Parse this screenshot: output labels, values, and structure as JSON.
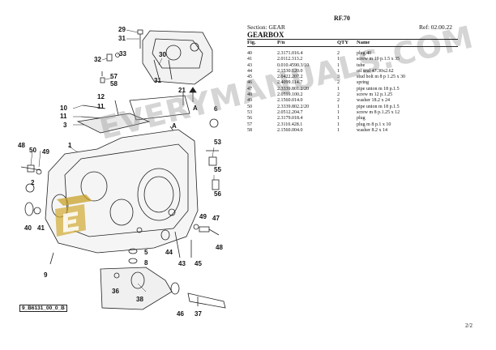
{
  "header": {
    "ref": "RF.70",
    "section": "Section: GEAR",
    "ref_date": "Ref: 02.00.22",
    "group": "GEARBOX"
  },
  "table": {
    "columns": [
      "Fig.",
      "P/n",
      "QTY",
      "Name"
    ],
    "rows": [
      {
        "fig": "40",
        "pn": "2.3171.016.4",
        "qty": "2",
        "name": "plug 40"
      },
      {
        "fig": "41",
        "pn": "2.0112.313.2",
        "qty": "1",
        "name": "screw m 10 p.1.5 x 35"
      },
      {
        "fig": "43",
        "pn": "0.010.4590.3/10",
        "qty": "1",
        "name": "tube"
      },
      {
        "fig": "44",
        "pn": "2.1530.120.0",
        "qty": "1",
        "name": "oil seal 47.30x2.62"
      },
      {
        "fig": "45",
        "pn": "2.0422.207.2",
        "qty": "3",
        "name": "stud bolt m 8 p 1.25 x 30"
      },
      {
        "fig": "46",
        "pn": "2.4099.114.7",
        "qty": "2",
        "name": "spring"
      },
      {
        "fig": "47",
        "pn": "2.3339.801.2/20",
        "qty": "1",
        "name": "pipe union m 18 p.1.5"
      },
      {
        "fig": "48",
        "pn": "2.0599.100.2",
        "qty": "2",
        "name": "screw m 12 p.1.25"
      },
      {
        "fig": "49",
        "pn": "2.1560.014.0",
        "qty": "2",
        "name": "washer 18.2 x 24"
      },
      {
        "fig": "50",
        "pn": "2.3339.802.2/20",
        "qty": "1",
        "name": "pipe union m 18 p.1.5"
      },
      {
        "fig": "53",
        "pn": "2.0512.204.7",
        "qty": "1",
        "name": "screw m 8 p.1.25 x 12"
      },
      {
        "fig": "56",
        "pn": "2.3179.018.4",
        "qty": "1",
        "name": "plug"
      },
      {
        "fig": "57",
        "pn": "2.3110.428.1",
        "qty": "1",
        "name": "plug m 8 p.1 x 10"
      },
      {
        "fig": "58",
        "pn": "2.1560.004.0",
        "qty": "1",
        "name": "washer 8.2 x 14"
      }
    ]
  },
  "diagram": {
    "drawing_id": "9_B6131_00_0_B",
    "callouts": [
      "29",
      "31",
      "30",
      "32",
      "33",
      "31",
      "57",
      "58",
      "10",
      "11",
      "12",
      "11",
      "3",
      "21",
      "A",
      "A",
      "6",
      "1",
      "48",
      "50",
      "49",
      "2",
      "53",
      "55",
      "56",
      "49",
      "47",
      "48",
      "40",
      "41",
      "44",
      "43",
      "45",
      "5",
      "8",
      "9",
      "36",
      "38",
      "46",
      "37"
    ]
  },
  "watermark": {
    "text": "EVERYMANUALS.COM",
    "color": "#969696"
  },
  "footer": {
    "page": "2/2"
  }
}
